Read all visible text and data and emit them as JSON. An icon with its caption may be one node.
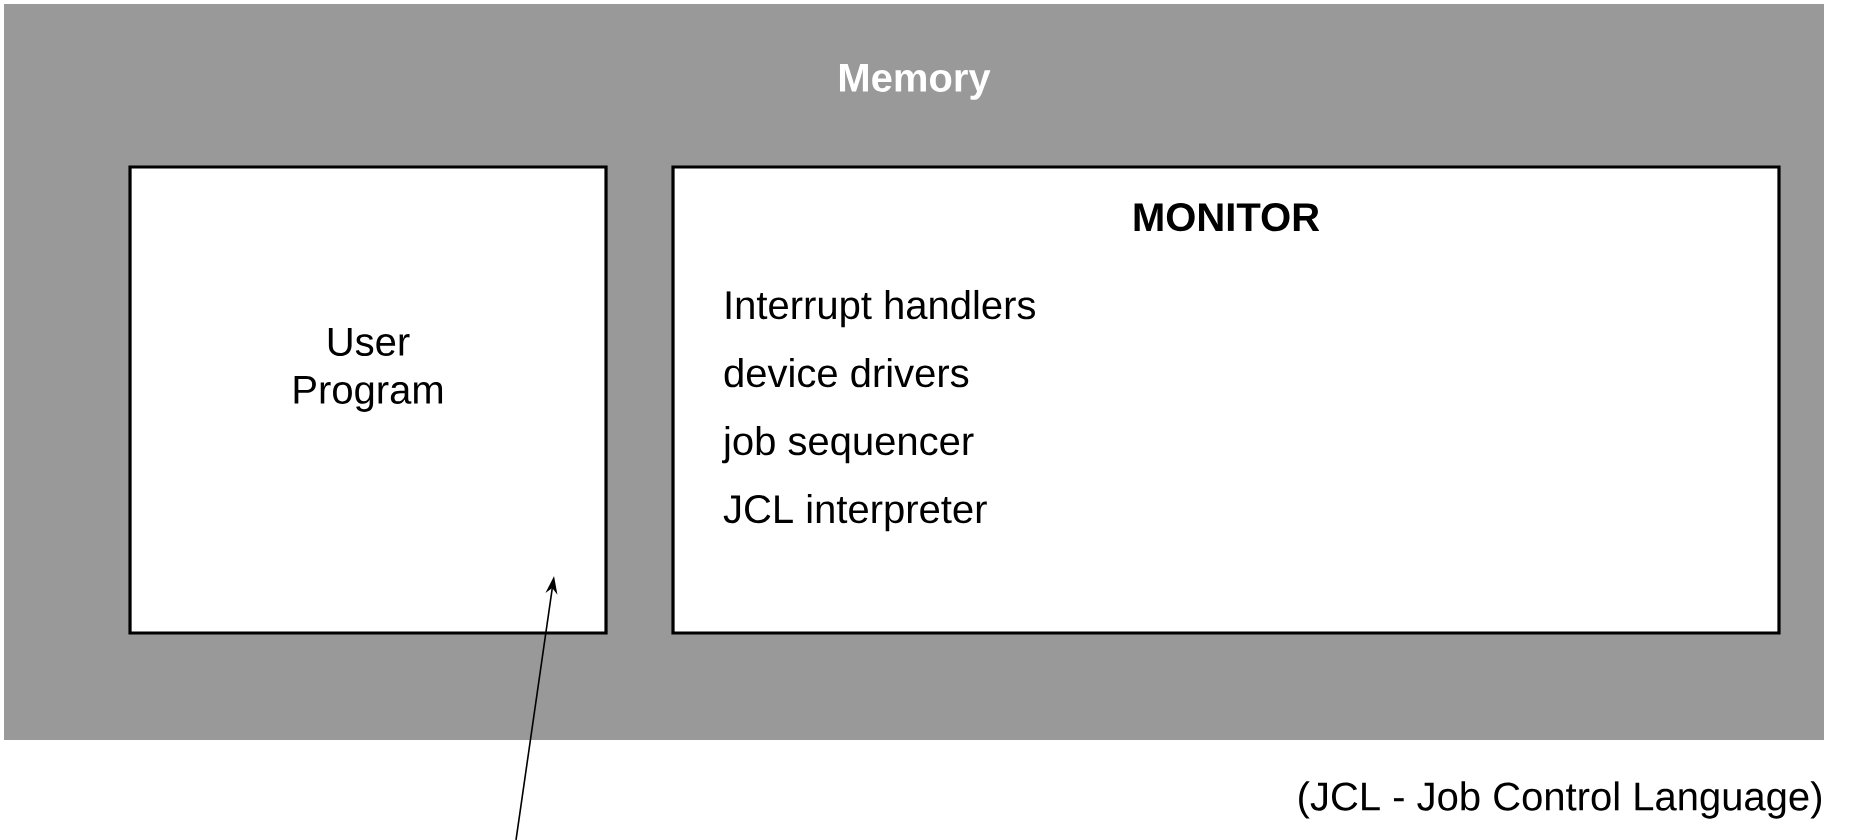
{
  "diagram": {
    "nodes": [
      {
        "text": [
          "Memory"
        ]
      },
      {
        "text": [
          "User Program"
        ],
        "in": 0
      },
      {
        "text": [
          "MONITOR",
          "Interrupt handlers",
          "device drivers",
          "job sequencer",
          "JCL interpreter"
        ],
        "in": 0
      }
    ],
    "edges": [
      {
        "from": null,
        "to": 1,
        "arrow": "to"
      }
    ],
    "labels": [
      "(JCL - Job Control Language)"
    ]
  }
}
